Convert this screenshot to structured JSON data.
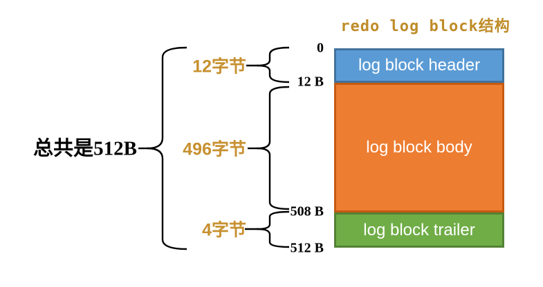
{
  "title": {
    "text": "redo log block结构",
    "color": "#BF8C29"
  },
  "left": {
    "total_label": "总共是512B",
    "label_color": "#C79030",
    "size_labels": [
      "12字节",
      "496字节",
      "4字节"
    ]
  },
  "offsets": [
    "0",
    "12 B",
    "508 B",
    "512 B"
  ],
  "blocks": [
    {
      "label": "log block header",
      "fill": "#5B9BD5",
      "border": "#41719C"
    },
    {
      "label": "log block body",
      "fill": "#ED7D31",
      "border": "#C55A11"
    },
    {
      "label": "log block trailer",
      "fill": "#70AD47",
      "border": "#538135"
    }
  ]
}
